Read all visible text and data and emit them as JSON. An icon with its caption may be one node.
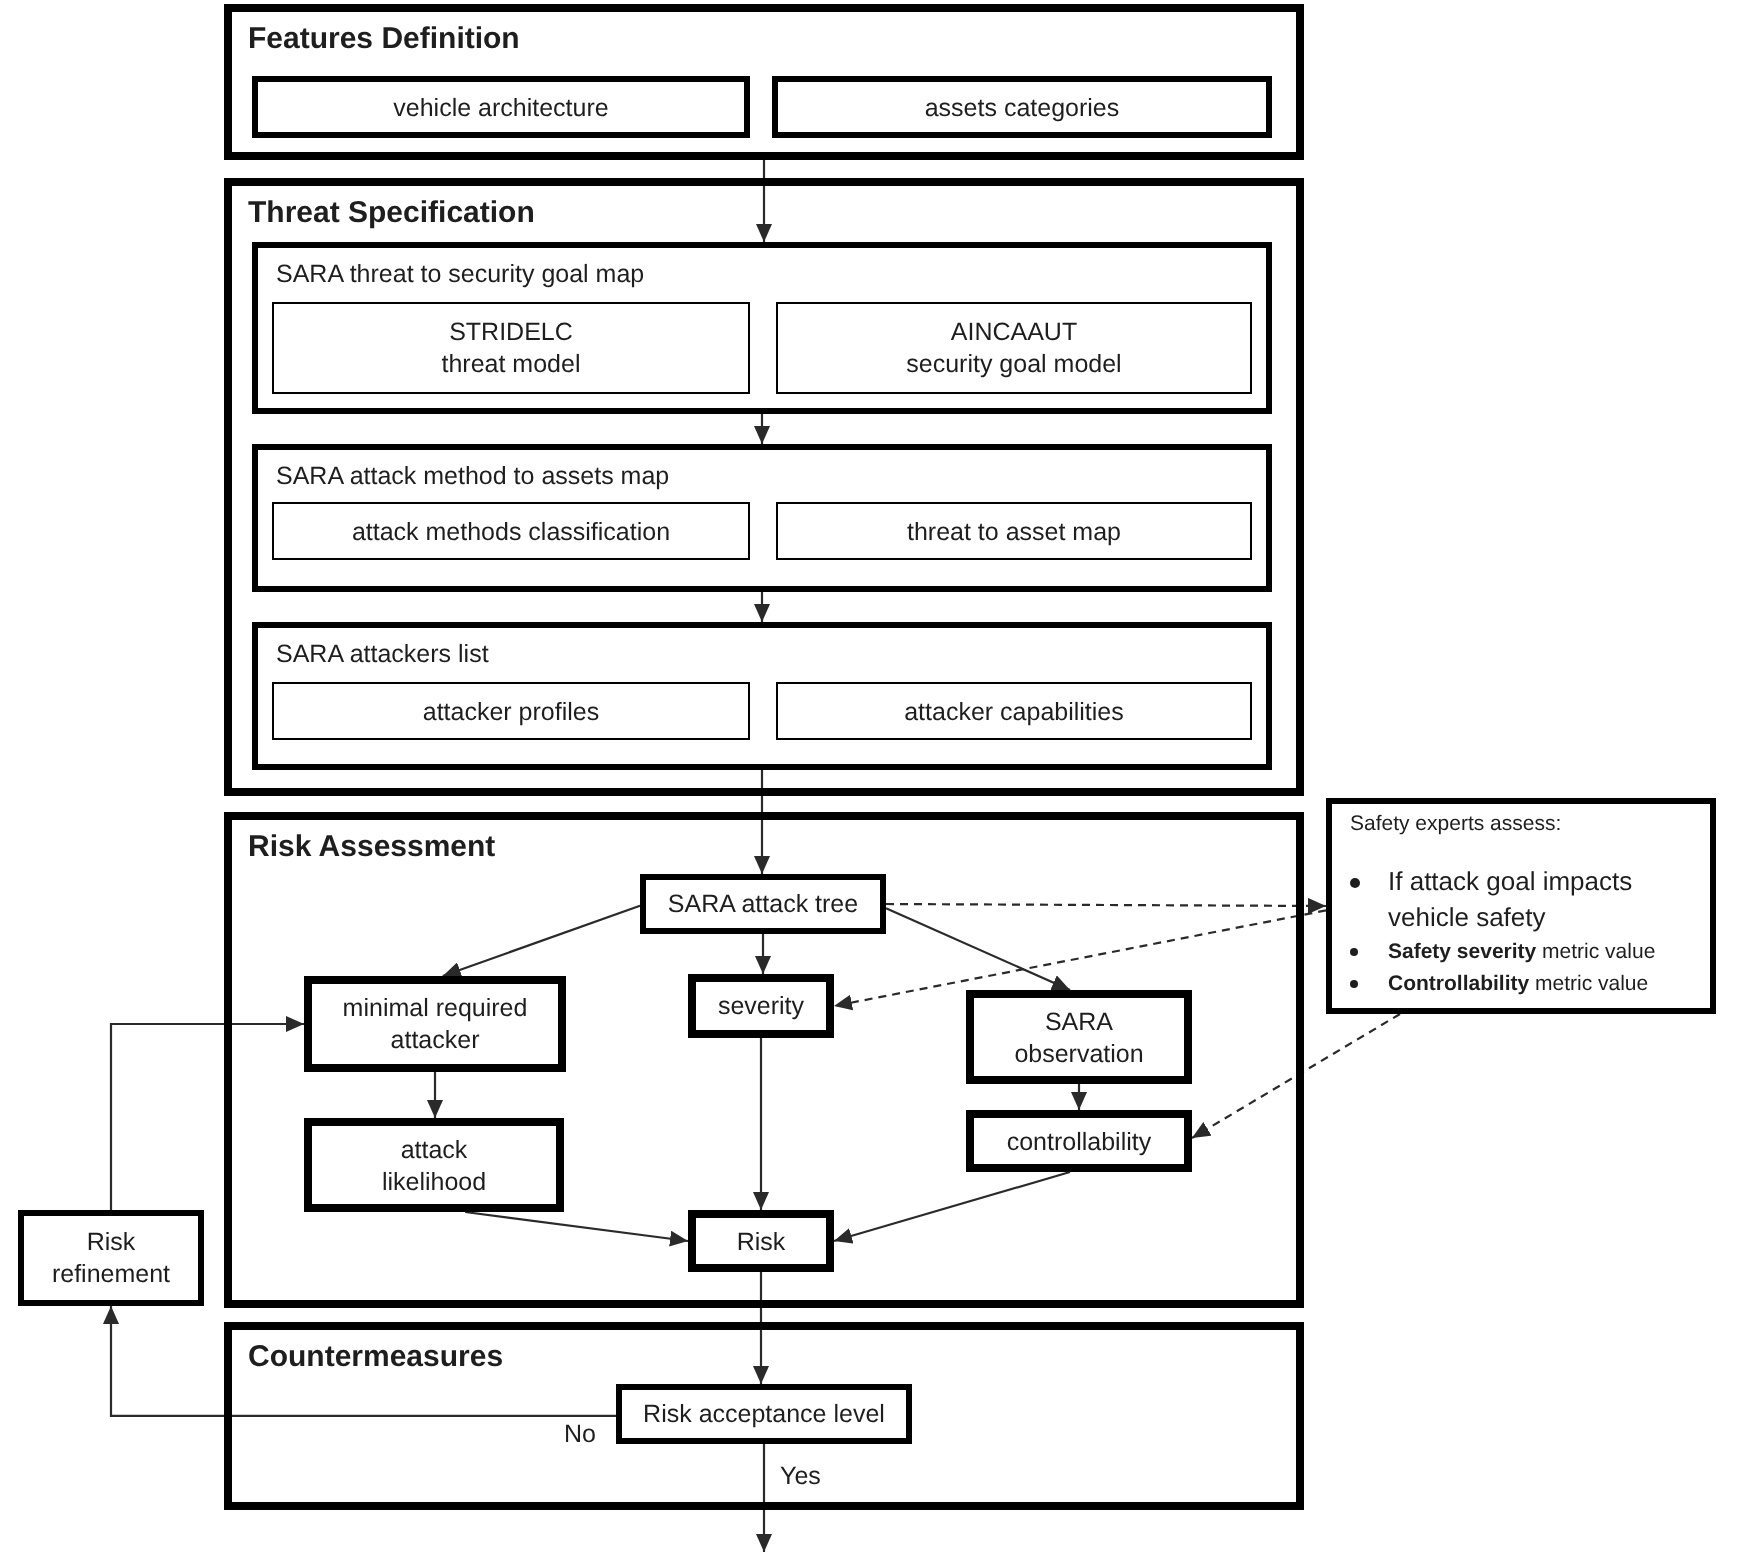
{
  "diagram": {
    "nodes": [
      {
        "text": [
          "Features Definition"
        ]
      },
      {
        "text": [
          "vehicle architecture"
        ],
        "in": 0
      },
      {
        "text": [
          "assets categories"
        ],
        "in": 0
      },
      {
        "text": [
          "Threat Specification"
        ]
      },
      {
        "text": [
          "SARA threat to security goal map"
        ],
        "in": 3
      },
      {
        "text": [
          "STRIDELC",
          "threat model"
        ],
        "in": 4
      },
      {
        "text": [
          "AINCAAUT",
          "security goal model"
        ],
        "in": 4
      },
      {
        "text": [
          "SARA attack method to assets map"
        ],
        "in": 3
      },
      {
        "text": [
          "attack methods classification"
        ],
        "in": 7
      },
      {
        "text": [
          "threat to asset map"
        ],
        "in": 7
      },
      {
        "text": [
          "SARA attackers list"
        ],
        "in": 3
      },
      {
        "text": [
          "attacker profiles"
        ],
        "in": 10
      },
      {
        "text": [
          "attacker capabilities"
        ],
        "in": 10
      },
      {
        "text": [
          "Risk Assessment"
        ]
      },
      {
        "text": [
          "SARA attack tree"
        ],
        "in": 13
      },
      {
        "text": [
          "Safety experts assess:",
          "If attack goal impacts vehicle safety",
          "**Safety severity** metric value",
          "**Controllability** metric value"
        ]
      },
      {
        "text": [
          "minimal required attacker"
        ],
        "in": 13
      },
      {
        "text": [
          "severity"
        ],
        "in": 13
      },
      {
        "text": [
          "SARA observation"
        ],
        "in": 13
      },
      {
        "text": [
          "attack likelihood"
        ],
        "in": 13
      },
      {
        "text": [
          "controllability"
        ],
        "in": 13
      },
      {
        "text": [
          "Risk"
        ],
        "in": 13
      },
      {
        "text": [
          "Risk refinement"
        ]
      },
      {
        "text": [
          "Countermeasures"
        ]
      },
      {
        "text": [
          "Risk acceptance level"
        ],
        "in": 23
      }
    ],
    "edges": [
      {
        "from": 0,
        "to": 4,
        "arrow": "to"
      },
      {
        "from": 4,
        "to": 7,
        "arrow": "to"
      },
      {
        "from": 7,
        "to": 10,
        "arrow": "to"
      },
      {
        "from": 10,
        "to": 14,
        "arrow": "to"
      },
      {
        "from": 14,
        "to": 16,
        "arrow": "to"
      },
      {
        "from": 14,
        "to": 17,
        "arrow": "to"
      },
      {
        "from": 14,
        "to": 18,
        "arrow": "to"
      },
      {
        "from": 14,
        "to": 15,
        "arrow": "to",
        "style": "dashed"
      },
      {
        "from": 15,
        "to": 17,
        "arrow": "to",
        "style": "dashed"
      },
      {
        "from": 15,
        "to": 20,
        "arrow": "to",
        "style": "dashed"
      },
      {
        "from": 16,
        "to": 19,
        "arrow": "to"
      },
      {
        "from": 18,
        "to": 20,
        "arrow": "to"
      },
      {
        "from": 17,
        "to": 21,
        "arrow": "to"
      },
      {
        "from": 19,
        "to": 21,
        "arrow": "to"
      },
      {
        "from": 20,
        "to": 21,
        "arrow": "to"
      },
      {
        "from": 21,
        "to": 24,
        "arrow": "to"
      },
      {
        "from": 24,
        "to": 22,
        "arrow": "to",
        "label": "No"
      },
      {
        "from": 22,
        "to": 16,
        "arrow": "to"
      },
      {
        "from": 24,
        "to": null,
        "arrow": "to",
        "label": "Yes"
      }
    ]
  }
}
